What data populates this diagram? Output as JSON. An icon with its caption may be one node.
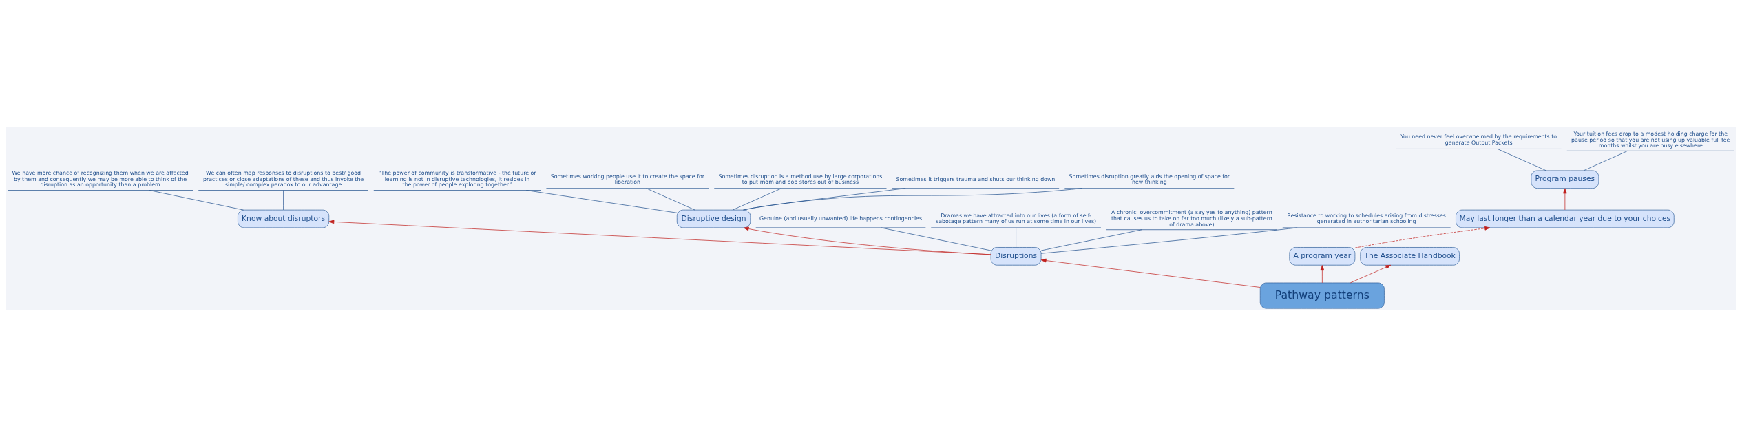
{
  "diagram": {
    "nodes": [
      {
        "text": [
          "Pathway patterns"
        ]
      },
      {
        "text": [
          "Disruptions"
        ]
      },
      {
        "text": [
          "A program year"
        ]
      },
      {
        "text": [
          "The Associate Handbook"
        ]
      },
      {
        "text": [
          "Know about disruptors"
        ]
      },
      {
        "text": [
          "Disruptive design"
        ]
      },
      {
        "text": [
          "May last longer than a calendar year due to your choices"
        ]
      },
      {
        "text": [
          "Program pauses"
        ]
      },
      {
        "text": [
          "“The power of community is transformative - the future or learning is not in disruptive technologies, it resides in the power of people exploring together”"
        ]
      },
      {
        "text": [
          "Sometimes working people use it to create the space for liberation"
        ]
      },
      {
        "text": [
          "Sometimes disruption is a method use by large corporations to put mom and pop stores out of business"
        ]
      },
      {
        "text": [
          "Sometimes it triggers trauma and shuts our thinking down"
        ]
      },
      {
        "text": [
          "Sometimes disruption greatly aids the opening of space for new thinking"
        ]
      },
      {
        "text": [
          "We have more chance of recognizing them when we are affected by them and consequently we may be more able to think of the disruption as an opportunity than a problem"
        ]
      },
      {
        "text": [
          "We can often map responses to disruptions to best/ good practices or close adaptations of these and thus invoke the simple/ complex paradox to our advantage"
        ]
      },
      {
        "text": [
          "Genuine (and usually unwanted) life happens contingencies"
        ]
      },
      {
        "text": [
          "Dramas we have attracted into our lives (a form of self-sabotage pattern many of us run at some time in our lives)"
        ]
      },
      {
        "text": [
          "A chronic  overcommitment (a say yes to anything) pattern that causes us to take on far too much (likely a sub-pattern of drama above)"
        ]
      },
      {
        "text": [
          "Resistance to working to schedules arising from distresses generated in authoritarian schooling"
        ]
      },
      {
        "text": [
          "You need never feel overwhelmed by the requirements to generate Output Packets"
        ]
      },
      {
        "text": [
          "Your tuition fees drop to a modest holding charge for the pause period so that you are not using up valuable full fee months whilst you are busy elsewhere"
        ]
      }
    ],
    "edges": [
      {
        "from": 0,
        "to": 1,
        "arrow": "to",
        "color": "#c0201e"
      },
      {
        "from": 0,
        "to": 2,
        "arrow": "to",
        "color": "#c0201e"
      },
      {
        "from": 0,
        "to": 3,
        "arrow": "to",
        "color": "#c0201e"
      },
      {
        "from": 1,
        "to": 4,
        "arrow": "to",
        "color": "#c0201e"
      },
      {
        "from": 1,
        "to": 5,
        "arrow": "to",
        "color": "#c0201e"
      },
      {
        "from": 2,
        "to": 6,
        "arrow": "to",
        "style": "dashed",
        "color": "#c0201e"
      },
      {
        "from": 6,
        "to": 7,
        "arrow": "to",
        "color": "#c0201e"
      },
      {
        "from": 5,
        "to": 8,
        "arrow": "none"
      },
      {
        "from": 5,
        "to": 9,
        "arrow": "none"
      },
      {
        "from": 5,
        "to": 10,
        "arrow": "none"
      },
      {
        "from": 5,
        "to": 11,
        "arrow": "none"
      },
      {
        "from": 5,
        "to": 12,
        "arrow": "none"
      },
      {
        "from": 4,
        "to": 13,
        "arrow": "none"
      },
      {
        "from": 4,
        "to": 14,
        "arrow": "none"
      },
      {
        "from": 1,
        "to": 15,
        "arrow": "none"
      },
      {
        "from": 1,
        "to": 16,
        "arrow": "none"
      },
      {
        "from": 1,
        "to": 17,
        "arrow": "none"
      },
      {
        "from": 1,
        "to": 18,
        "arrow": "none"
      },
      {
        "from": 7,
        "to": 19,
        "arrow": "none"
      },
      {
        "from": 7,
        "to": 20,
        "arrow": "none"
      }
    ]
  }
}
